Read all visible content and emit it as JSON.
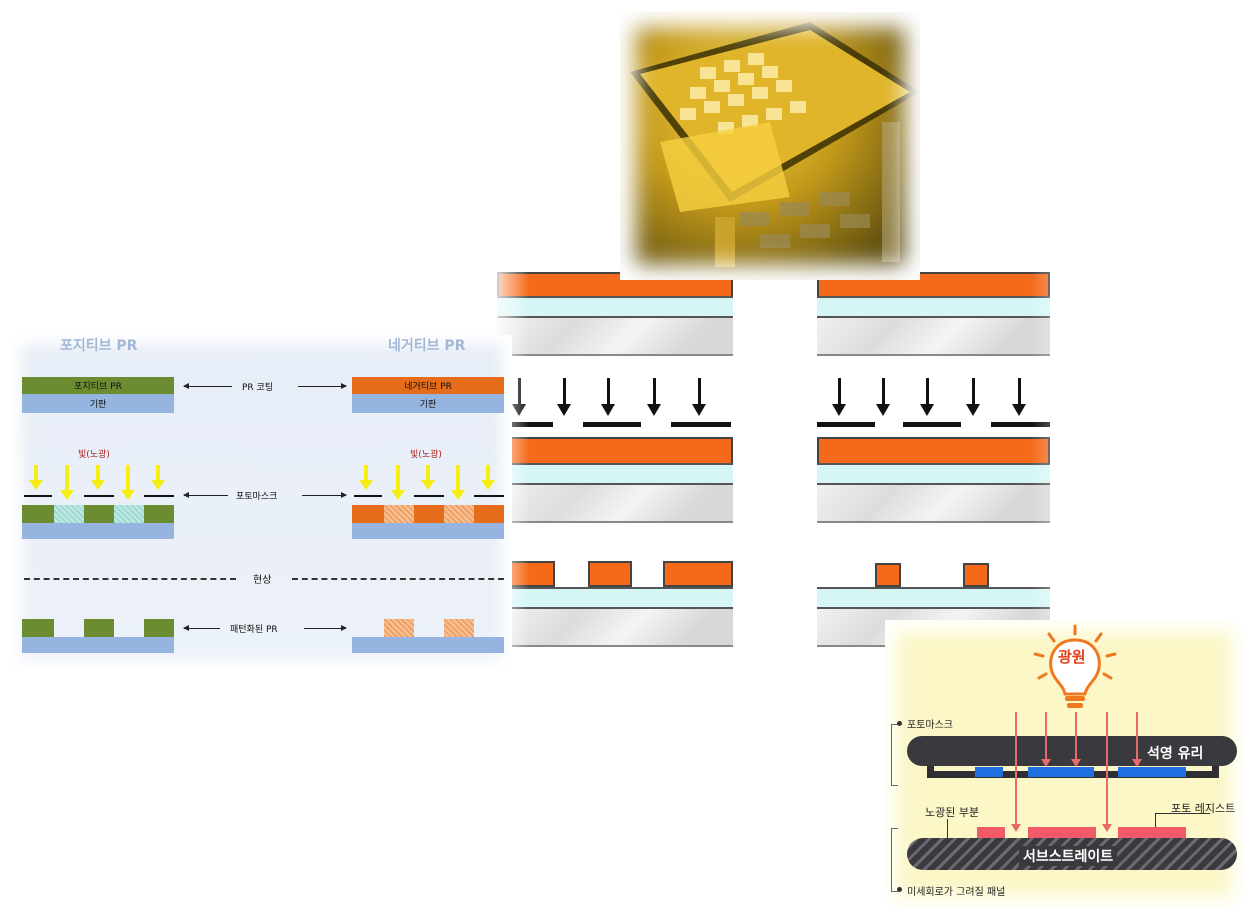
{
  "panel_a": {
    "positive_header": "포지티브 PR",
    "negative_header": "네거티브 PR",
    "positive_pr_label": "포지티브 PR",
    "negative_pr_label": "네거티브 PR",
    "substrate_label": "기판",
    "pr_coating": "PR 코팅",
    "light_label": "빛(노광)",
    "photomask": "포토마스크",
    "develop": "현상",
    "patterned_pr": "패턴화된 PR",
    "colors": {
      "positive": "#6c8c31",
      "negative": "#e46c1a",
      "substrate": "#95b5e0",
      "light": "#f6ee12"
    }
  },
  "panel_c": {
    "light_source": "광원",
    "photomask": "포토마스크",
    "quartz_glass": "석영 유리",
    "exposed_part": "노광된 부분",
    "photoresist": "포토 레지스트",
    "substrate": "서브스트레이트",
    "panel_caption": "미세회로가 그려질 패널",
    "colors": {
      "background": "#fbf7c6",
      "arrow": "#e86a6a",
      "mask_pattern": "#1f6fe0",
      "resist": "#f25a6a"
    }
  },
  "panel_b": {
    "colors": {
      "photoresist": "#f46a1a",
      "oxide": "#d6f6f6",
      "wafer": "#e3e3e3"
    }
  },
  "photo": {
    "subject": "photomask-on-wafer-photo"
  }
}
